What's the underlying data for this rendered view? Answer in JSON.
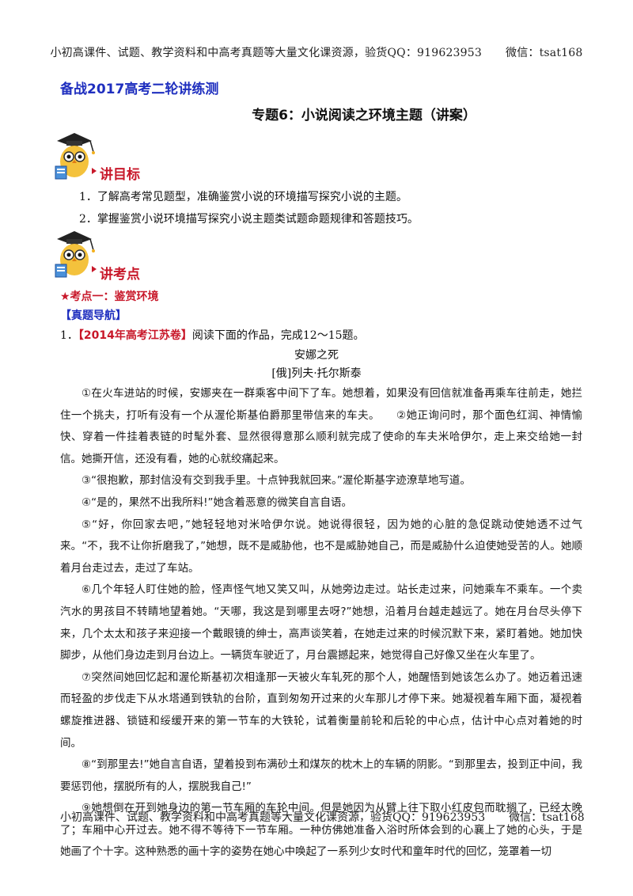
{
  "header": {
    "ad": "小初高课件、试题、教学资料和中高考真题等大量文化课资源，验货QQ：919623953",
    "wechat": "微信：tsat168"
  },
  "footer": {
    "ad": "小初高课件、试题、教学资料和中高考真题等大量文化课资源，验货QQ：919623953",
    "wechat": "微信：tsat168"
  },
  "series_title": "备战2017高考二轮讲练测",
  "doc_title": "专题6：小说阅读之环境主题（讲案）",
  "goals": {
    "label": "讲目标",
    "items": [
      "1．了解高考常见题型，准确鉴赏小说的环境描写探究小说的主题。",
      "2．掌握鉴赏小说环境描写探究小说主题类试题命题规律和答题技巧。"
    ]
  },
  "points": {
    "label": "讲考点",
    "kaodian": "★考点一：鉴赏环境",
    "nav": "【真题导航】",
    "question_num": "1．",
    "question_source": "【2014年高考江苏卷】",
    "question_text": "阅读下面的作品，完成12～15题。"
  },
  "passage": {
    "title": "安娜之死",
    "author": "[俄]列夫·托尔斯泰",
    "paragraphs": [
      "①在火车进站的时候，安娜夹在一群乘客中间下了车。她想着，如果没有回信就准备再乘车往前走，她拦住一个挑夫，打听有没有一个从渥伦斯基伯爵那里带信来的车夫。　　②她正询问时，那个面色红润、神情愉快、穿着一件挂着表链的时髦外套、显然很得意那么顺利就完成了使命的车夫米哈伊尔，走上来交给她一封信。她撕开信，还没有看，她的心就绞痛起来。",
      "③“很抱歉，那封信没有交到我手里。十点钟我就回来。”渥伦斯基字迹潦草地写道。",
      "④“是的，果然不出我所料!”她含着恶意的微笑自言自语。",
      "⑤“好，你回家去吧，”她轻轻地对米哈伊尔说。她说得很轻，因为她的心脏的急促跳动使她透不过气来。“不，我不让你折磨我了，”她想，既不是威胁他，也不是威胁她自己，而是威胁什么迫使她受苦的人。她顺着月台走过去，走过了车站。",
      "⑥几个年轻人盯住她的脸，怪声怪气地又笑又叫，从她旁边走过。站长走过来，问她乘车不乘车。一个卖汽水的男孩目不转睛地望着她。“天哪，我这是到哪里去呀?”她想，沿着月台越走越远了。她在月台尽头停下来，几个太太和孩子来迎接一个戴眼镜的绅士，高声谈笑着，在她走过来的时候沉默下来，紧盯着她。她加快脚步，从他们身边走到月台边上。一辆货车驶近了，月台震撼起来，她觉得自己好像又坐在火车里了。",
      "⑦突然间她回忆起和渥伦斯基初次相逢那一天被火车轧死的那个人，她醒悟到她该怎么办了。她迈着迅速而轻盈的步伐走下从水塔通到铁轨的台阶，直到匆匆开过来的火车那儿才停下来。她凝视着车厢下面，凝视着螺旋推进器、锁链和绥缓开来的第一节车的大铁轮，试着衡量前轮和后轮的中心点，估计中心点对着她的时间。",
      "⑧“到那里去!”她自言自语，望着投到布满砂土和煤灰的枕木上的车辆的阴影。“到那里去，投到正中间，我要惩罚他，摆脱所有的人，摆脱我自己!”",
      "⑨她想倒在开到她身边的第一节车厢的车轮中间。但是她因为从臂上往下取小红皮包而耽搁了，已经太晚了；车厢中心开过去。她不得不等待下一节车厢。一种仿佛她准备入浴时所体会到的心襄上了她的心头，于是她画了个十字。这种熟悉的画十字的姿势在她心中唤起了一系列少女时代和童年时代的回忆，笼罩着一切"
    ]
  },
  "colors": {
    "blue": "#1f2fbf",
    "red": "#c8182a"
  },
  "icons": {
    "owl": "owl-scholar-icon"
  }
}
